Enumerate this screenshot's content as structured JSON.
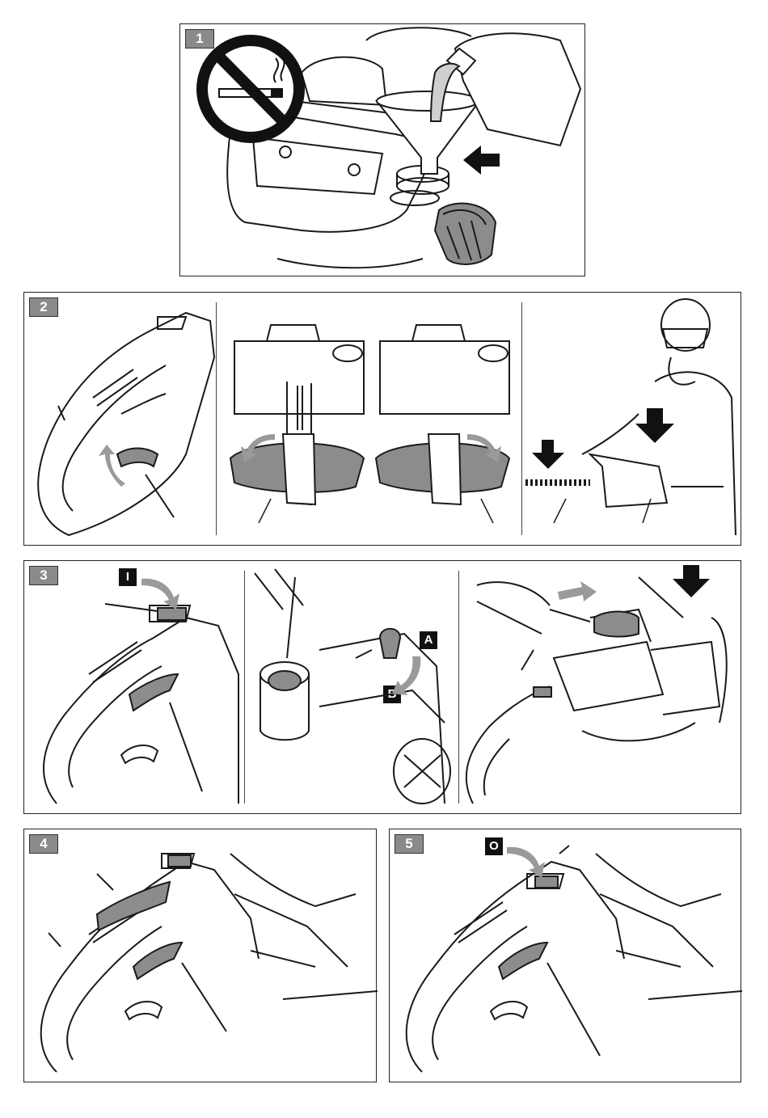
{
  "panels": [
    {
      "number": "1"
    },
    {
      "number": "2"
    },
    {
      "number": "3"
    },
    {
      "number": "4"
    },
    {
      "number": "5"
    }
  ],
  "symbols": {
    "on": "I",
    "position_a": "A",
    "position_b": "B",
    "off": "O"
  },
  "colors": {
    "line": "#1a1a1a",
    "shade": "#8c8c8c",
    "arrow_gray": "#9a9a9a",
    "badge": "#8a8a8a"
  }
}
